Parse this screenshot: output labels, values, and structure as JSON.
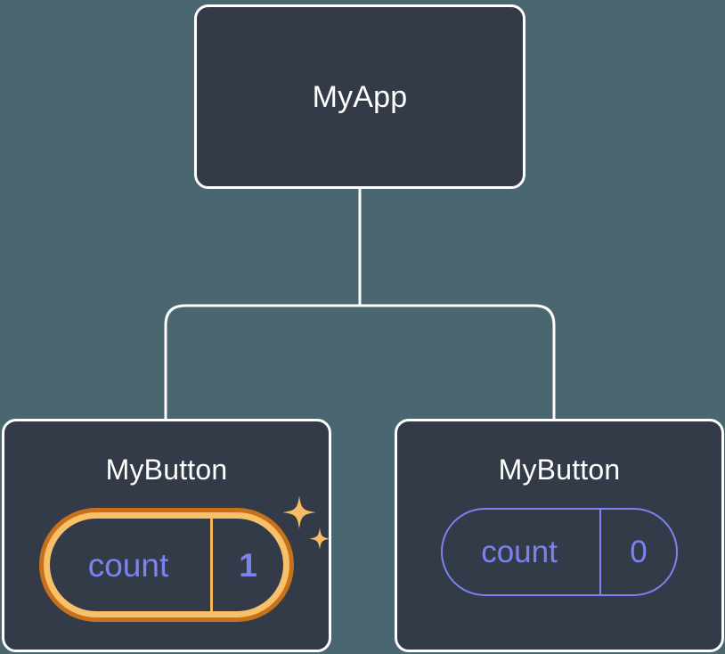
{
  "diagram": {
    "type": "component-tree",
    "background_color": "#4a6671",
    "node_fill_color": "#343b48",
    "node_border_color": "#ffffff",
    "connector_color": "#ffffff",
    "accent_color": "#f9c06a",
    "accent_outer_color": "#c9711a",
    "state_text_color": "#7c82f0",
    "root": {
      "label": "MyApp"
    },
    "children": [
      {
        "label": "MyButton",
        "highlighted": true,
        "state": {
          "key": "count",
          "value": "1"
        },
        "sparkle_icon": "sparkles-icon"
      },
      {
        "label": "MyButton",
        "highlighted": false,
        "state": {
          "key": "count",
          "value": "0"
        }
      }
    ]
  }
}
